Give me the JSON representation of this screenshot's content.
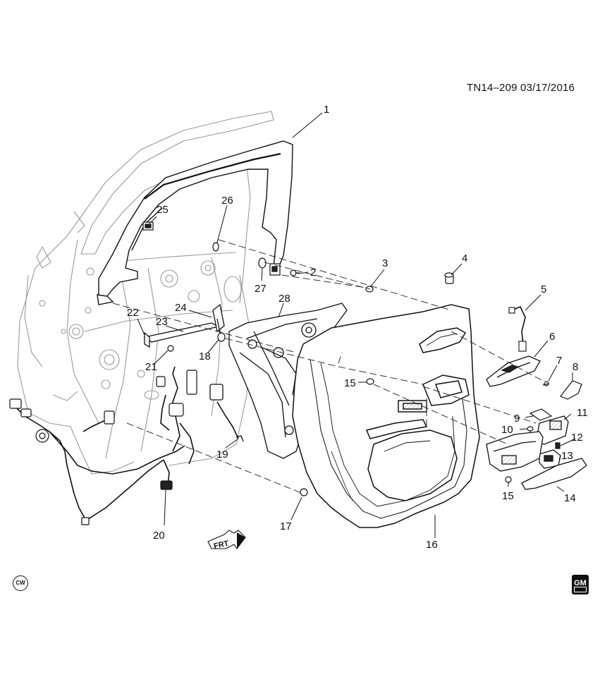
{
  "header": {
    "text": "TN14–209  03/17/2016"
  },
  "badges": {
    "cw": "CW",
    "gm": "GM"
  },
  "direction": {
    "label": "FRT"
  },
  "callouts": [
    {
      "id": "c1",
      "label": "1"
    },
    {
      "id": "c2",
      "label": "2"
    },
    {
      "id": "c3",
      "label": "3"
    },
    {
      "id": "c4",
      "label": "4"
    },
    {
      "id": "c5",
      "label": "5"
    },
    {
      "id": "c6",
      "label": "6"
    },
    {
      "id": "c7",
      "label": "7"
    },
    {
      "id": "c8",
      "label": "8"
    },
    {
      "id": "c9",
      "label": "9"
    },
    {
      "id": "c10",
      "label": "10"
    },
    {
      "id": "c11",
      "label": "11"
    },
    {
      "id": "c12",
      "label": "12"
    },
    {
      "id": "c13",
      "label": "13"
    },
    {
      "id": "c14",
      "label": "14"
    },
    {
      "id": "c15a",
      "label": "15"
    },
    {
      "id": "c15b",
      "label": "15"
    },
    {
      "id": "c16",
      "label": "16"
    },
    {
      "id": "c17",
      "label": "17"
    },
    {
      "id": "c18",
      "label": "18"
    },
    {
      "id": "c19",
      "label": "19"
    },
    {
      "id": "c20",
      "label": "20"
    },
    {
      "id": "c21",
      "label": "21"
    },
    {
      "id": "c22",
      "label": "22"
    },
    {
      "id": "c23",
      "label": "23"
    },
    {
      "id": "c24",
      "label": "24"
    },
    {
      "id": "c25",
      "label": "25"
    },
    {
      "id": "c26",
      "label": "26"
    },
    {
      "id": "c27",
      "label": "27"
    },
    {
      "id": "c28",
      "label": "28"
    }
  ]
}
